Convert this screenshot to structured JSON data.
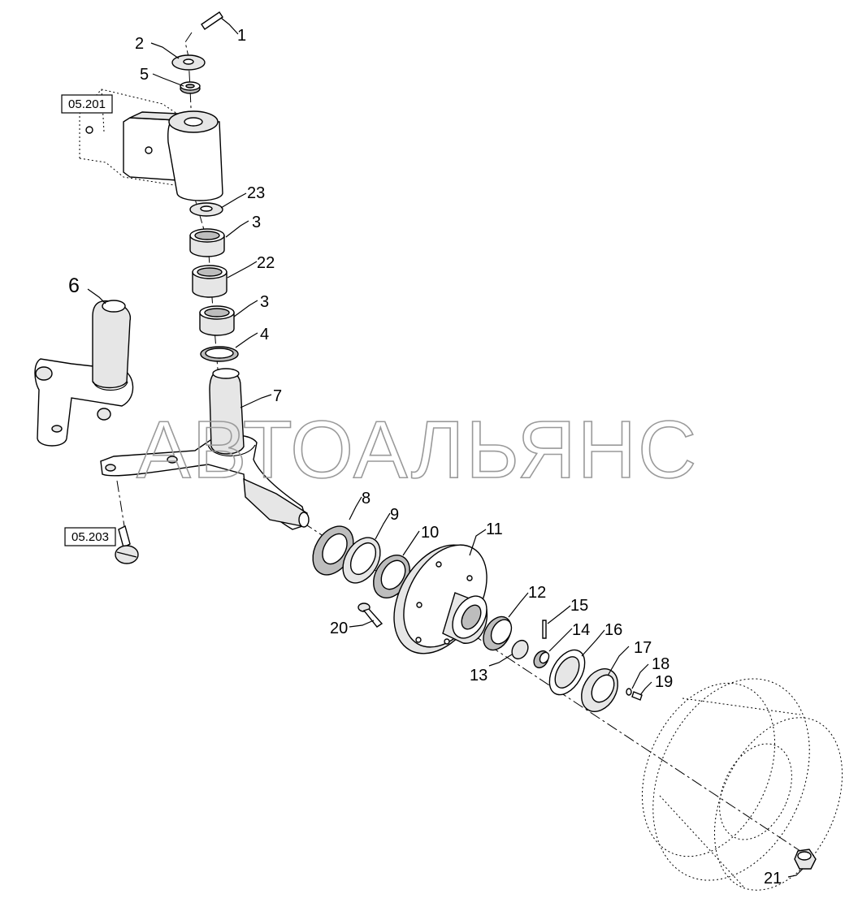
{
  "refs": [
    {
      "text": "05.201"
    },
    {
      "text": "05.203"
    }
  ],
  "callouts": [
    "1",
    "2",
    "5",
    "23",
    "3",
    "22",
    "3",
    "4",
    "6",
    "7",
    "8",
    "9",
    "10",
    "11",
    "12",
    "15",
    "14",
    "16",
    "17",
    "18",
    "19",
    "13",
    "20",
    "21"
  ],
  "watermark": "АВТОАЛЬЯНС"
}
